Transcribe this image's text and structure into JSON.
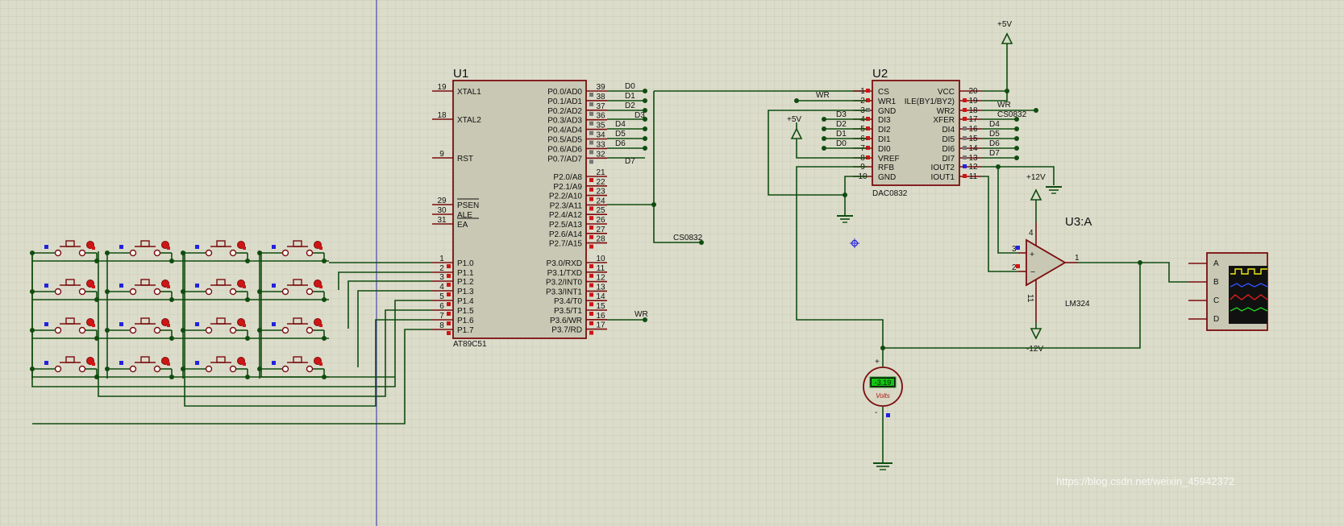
{
  "colors": {
    "background": "#dcdccb",
    "grid": "#c7c7b4",
    "wire": "#0f4d0f",
    "component": "#7a0d0d",
    "chip_fill": "#c8c8b4",
    "red_marker": "#d01515",
    "blue_marker": "#2222dd",
    "guide_line": "#2828a8"
  },
  "u1": {
    "ref": "U1",
    "part": "AT89C51",
    "left_pins": [
      {
        "num": "19",
        "name": "XTAL1"
      },
      {
        "num": "18",
        "name": "XTAL2"
      },
      {
        "num": "9",
        "name": "RST"
      },
      {
        "num": "29",
        "name": "PSEN"
      },
      {
        "num": "30",
        "name": "ALE"
      },
      {
        "num": "31",
        "name": "EA"
      },
      {
        "num": "1",
        "name": "P1.0"
      },
      {
        "num": "2",
        "name": "P1.1"
      },
      {
        "num": "3",
        "name": "P1.2"
      },
      {
        "num": "4",
        "name": "P1.3"
      },
      {
        "num": "5",
        "name": "P1.4"
      },
      {
        "num": "6",
        "name": "P1.5"
      },
      {
        "num": "7",
        "name": "P1.6"
      },
      {
        "num": "8",
        "name": "P1.7"
      }
    ],
    "right_pins": [
      {
        "num": "39",
        "name": "P0.0/AD0"
      },
      {
        "num": "38",
        "name": "P0.1/AD1"
      },
      {
        "num": "37",
        "name": "P0.2/AD2"
      },
      {
        "num": "36",
        "name": "P0.3/AD3"
      },
      {
        "num": "35",
        "name": "P0.4/AD4"
      },
      {
        "num": "34",
        "name": "P0.5/AD5"
      },
      {
        "num": "33",
        "name": "P0.6/AD6"
      },
      {
        "num": "32",
        "name": "P0.7/AD7"
      },
      {
        "num": "21",
        "name": "P2.0/A8"
      },
      {
        "num": "22",
        "name": "P2.1/A9"
      },
      {
        "num": "23",
        "name": "P2.2/A10"
      },
      {
        "num": "24",
        "name": "P2.3/A11"
      },
      {
        "num": "25",
        "name": "P2.4/A12"
      },
      {
        "num": "26",
        "name": "P2.5/A13"
      },
      {
        "num": "27",
        "name": "P2.6/A14"
      },
      {
        "num": "28",
        "name": "P2.7/A15"
      },
      {
        "num": "10",
        "name": "P3.0/RXD"
      },
      {
        "num": "11",
        "name": "P3.1/TXD"
      },
      {
        "num": "12",
        "name": "P3.2/INT0"
      },
      {
        "num": "13",
        "name": "P3.3/INT1"
      },
      {
        "num": "14",
        "name": "P3.4/T0"
      },
      {
        "num": "15",
        "name": "P3.5/T1"
      },
      {
        "num": "16",
        "name": "P3.6/WR"
      },
      {
        "num": "17",
        "name": "P3.7/RD"
      }
    ],
    "data_nets": [
      "D0",
      "D1",
      "D2",
      "D3",
      "D4",
      "D5",
      "D6",
      "D7"
    ],
    "cs_net": "CS0832",
    "wr_net": "WR"
  },
  "u2": {
    "ref": "U2",
    "part": "DAC0832",
    "left_pins": [
      {
        "num": "1",
        "name": "CS"
      },
      {
        "num": "2",
        "name": "WR1"
      },
      {
        "num": "3",
        "name": "GND"
      },
      {
        "num": "4",
        "name": "DI3"
      },
      {
        "num": "5",
        "name": "DI2"
      },
      {
        "num": "6",
        "name": "DI1"
      },
      {
        "num": "7",
        "name": "DI0"
      },
      {
        "num": "8",
        "name": "VREF"
      },
      {
        "num": "9",
        "name": "RFB"
      },
      {
        "num": "10",
        "name": "GND"
      }
    ],
    "right_pins": [
      {
        "num": "20",
        "name": "VCC"
      },
      {
        "num": "19",
        "name": "ILE(BY1/BY2)"
      },
      {
        "num": "18",
        "name": "WR2"
      },
      {
        "num": "17",
        "name": "XFER"
      },
      {
        "num": "16",
        "name": "DI4"
      },
      {
        "num": "15",
        "name": "DI5"
      },
      {
        "num": "14",
        "name": "DI6"
      },
      {
        "num": "13",
        "name": "DI7"
      },
      {
        "num": "12",
        "name": "IOUT2"
      },
      {
        "num": "11",
        "name": "IOUT1"
      }
    ],
    "left_nets": [
      "WR",
      "D3",
      "D2",
      "D1",
      "D0"
    ],
    "right_nets": [
      "WR",
      "CS0832",
      "D4",
      "D5",
      "D6",
      "D7"
    ]
  },
  "power": {
    "vcc_top": "+5V",
    "vref": "+5V",
    "opamp_pos": "+12V",
    "opamp_neg": "-12V"
  },
  "u3": {
    "ref": "U3:A",
    "part": "LM324",
    "pin_plus": "3",
    "pin_minus": "2",
    "pin_out": "1",
    "pin_vpos": "4",
    "pin_vneg": "11"
  },
  "voltmeter": {
    "reading": "-3.19",
    "unit": "Volts",
    "plus": "+",
    "minus": "-"
  },
  "oscilloscope": {
    "channels": [
      "A",
      "B",
      "C",
      "D"
    ]
  },
  "watermark": "https://blog.csdn.net/weixin_45942372"
}
